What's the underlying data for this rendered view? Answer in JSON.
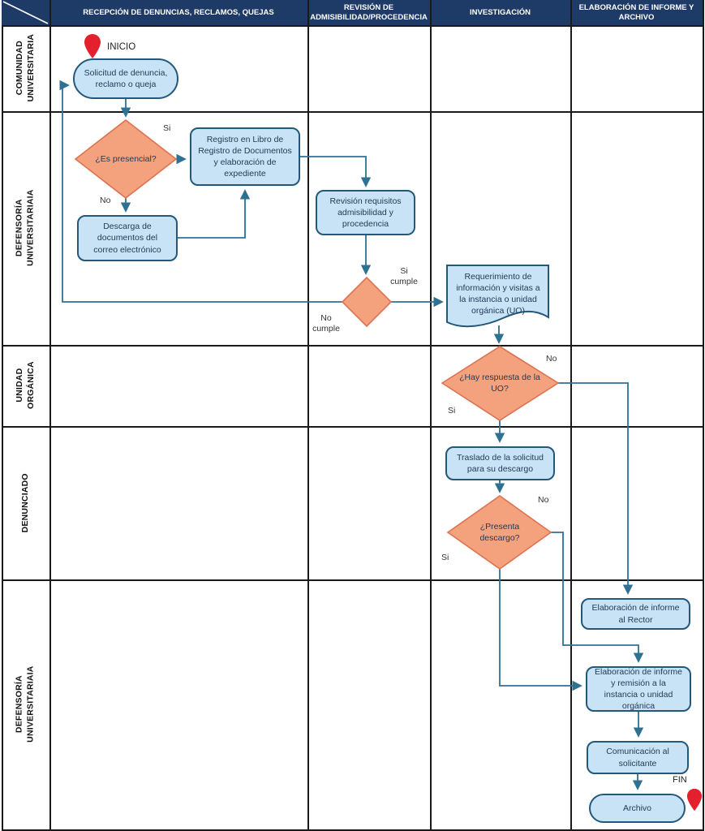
{
  "header": {
    "columns": [
      "RECEPCIÓN DE DENUNCIAS, RECLAMOS, QUEJAS",
      "REVISIÓN DE ADMISIBILIDAD/PROCEDENCIA",
      "INVESTIGACIÓN",
      "ELABORACIÓN DE INFORME Y ARCHIVO"
    ]
  },
  "lanes": [
    "COMUNIDAD UNIVERSITARIA",
    "DEFENSORÍA UNIVERSITARIAIA",
    "UNIDAD ORGÁNICA",
    "DENUNCIADO",
    "DEFENSORÍA UNIVERSITARIAIA"
  ],
  "nodes": {
    "solicitud": "Solicitud de denuncia, reclamo o queja",
    "es_presencial": "¿Es presencial?",
    "registro": "Registro en Libro de Registro de Documentos y elaboración de expediente",
    "descarga": "Descarga de documentos del correo electrónico",
    "revision": "Revisión requisitos admisibilidad y procedencia",
    "requerimiento": "Requerimiento de información y visitas a la instancia o unidad orgánica (UO)",
    "hay_respuesta": "¿Hay respuesta de la UO?",
    "traslado": "Traslado de la solicitud para su descargo",
    "presenta_descargo": "¿Presenta descargo?",
    "informe_rector": "Elaboración de informe al Rector",
    "informe_remision": "Elaboración de informe y remisión a la instancia o unidad orgánica",
    "comunicacion": "Comunicación al solicitante",
    "archivo": "Archivo"
  },
  "labels": {
    "inicio": "INICIO",
    "fin": "FIN",
    "si": "Si",
    "no": "No",
    "si_cumple": "Si\ncumple",
    "no_cumple": "No\ncumple"
  },
  "colors": {
    "header_bg": "#1E3A66",
    "node_fill": "#C9E3F6",
    "node_border": "#24587A",
    "diamond_fill": "#F3A27D",
    "diamond_border": "#DC7351",
    "connector": "#2E7193",
    "pin_red": "#E5202E"
  }
}
